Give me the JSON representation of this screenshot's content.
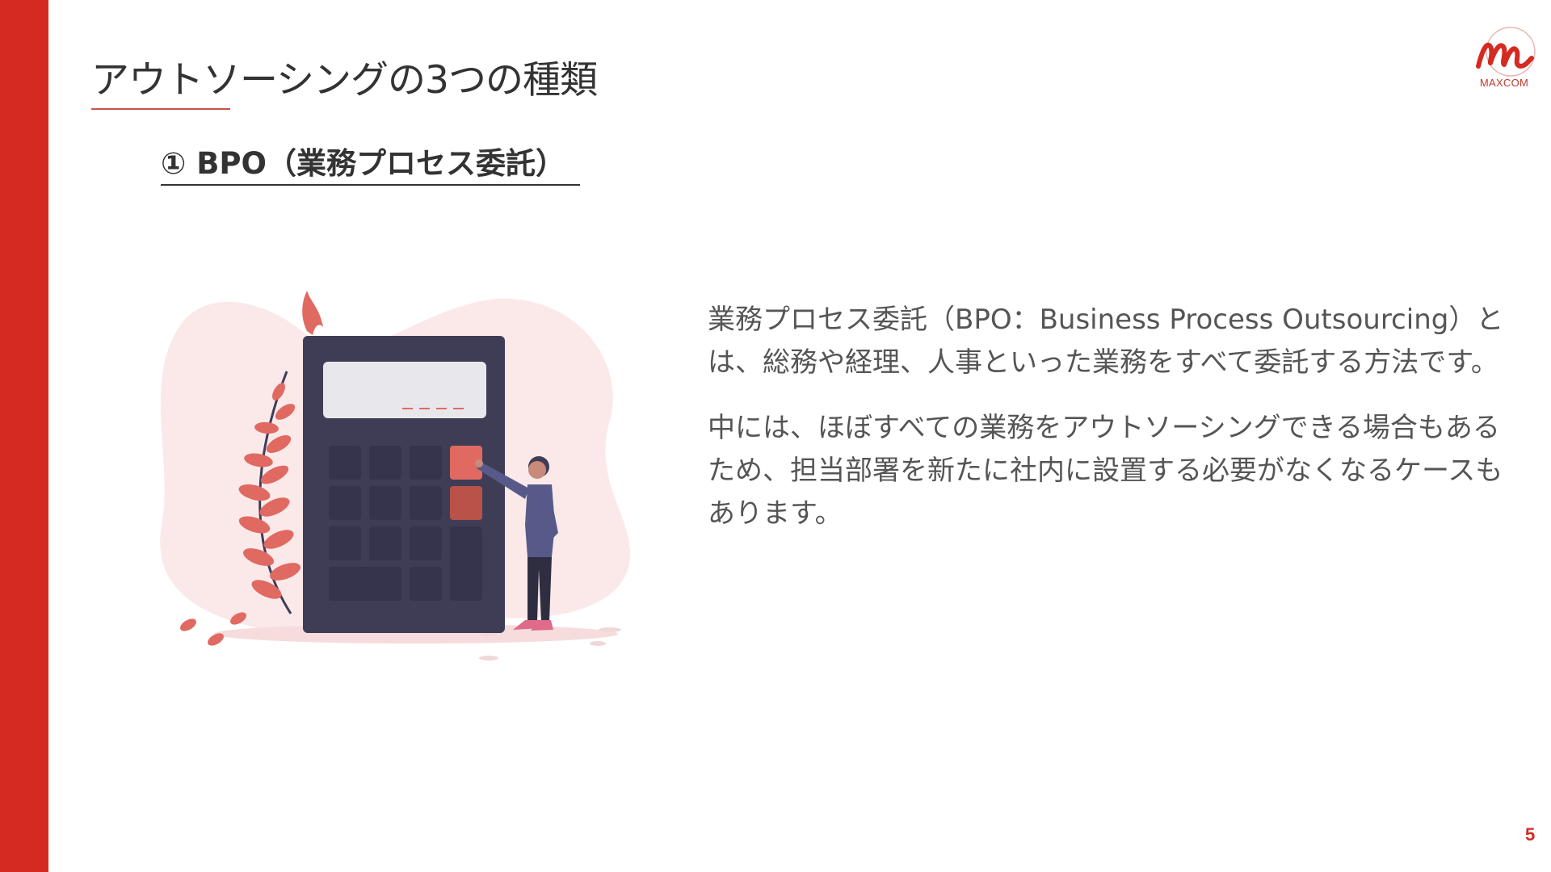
{
  "slide": {
    "title": "アウトソーシングの3つの種類",
    "subtitle": "① BPO（業務プロセス委託）",
    "paragraphs": [
      "業務プロセス委託（BPO：Business Process Outsourcing）とは、総務や経理、人事といった業務をすべて委託する方法です。",
      "中には、ほぼすべての業務をアウトソーシングできる場合もあるため、担当部署を新たに社内に設置する必要がなくなるケースもあります。"
    ],
    "page_number": "5"
  },
  "logo": {
    "text": "MAXCOM"
  },
  "illustration": {
    "name": "person-with-calculator"
  },
  "colors": {
    "accent": "#d52a22",
    "text": "#555555",
    "calculator": "#3f3d56"
  }
}
